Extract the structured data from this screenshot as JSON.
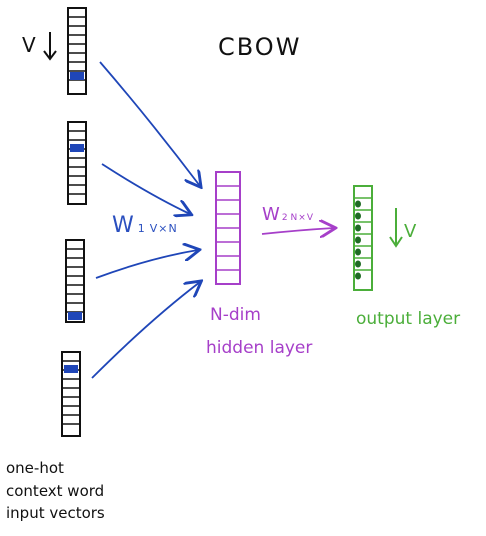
{
  "diagram": {
    "title": "CBOW",
    "input_dim_label": "V",
    "w1_label": "W",
    "w1_sub_index": "1",
    "w1_sub_dims": "V×N",
    "w2_label": "W",
    "w2_sub_index": "2",
    "w2_sub_dims": "N×V",
    "hidden_layer_label": [
      "N-dim",
      "hidden layer"
    ],
    "output_layer_label": "output layer",
    "output_dim_label": "V",
    "input_label": [
      "one-hot",
      "context word",
      "input vectors"
    ],
    "colors": {
      "input": "#1f46b8",
      "hidden": "#a63fc9",
      "output": "#4bae3a",
      "ink": "#111111"
    }
  }
}
